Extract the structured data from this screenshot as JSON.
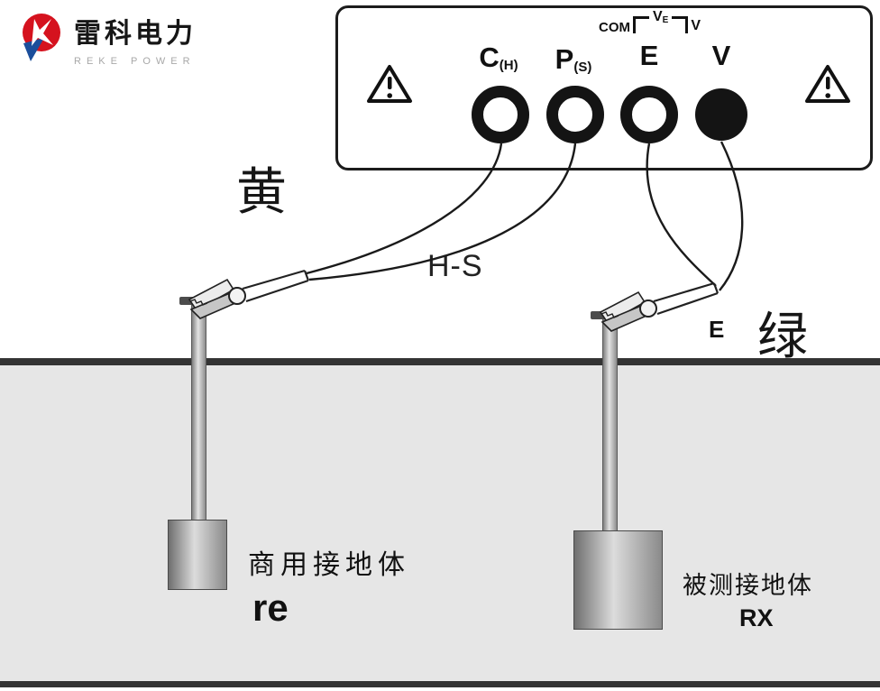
{
  "logo": {
    "name": "雷科电力",
    "tagline": "REKE POWER"
  },
  "device_panel": {
    "terminals": [
      {
        "main": "C",
        "sub": "(H)"
      },
      {
        "main": "P",
        "sub": "(S)"
      },
      {
        "main": "E",
        "sub": ""
      },
      {
        "main": "V",
        "sub": ""
      }
    ],
    "top_labels": {
      "com": "COM",
      "ve_main": "V",
      "ve_sub": "E",
      "v": "V"
    }
  },
  "wire_labels": {
    "yellow": "黄",
    "green": "绿",
    "hs": "H-S",
    "e": "E"
  },
  "electrodes": {
    "left": {
      "label": "商用接地体",
      "code": "re"
    },
    "right": {
      "label": "被测接地体",
      "code": "RX"
    }
  },
  "colors": {
    "brand_red": "#d5121e",
    "brand_blue": "#1b4e9b",
    "line": "#1a1a1a",
    "ground_fill": "#e6e6e6"
  }
}
